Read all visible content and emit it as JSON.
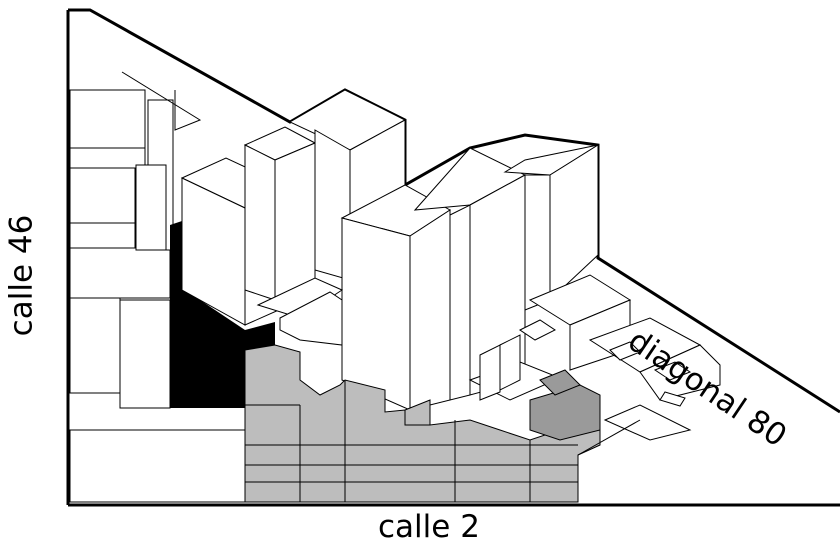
{
  "labels": {
    "bottom_street": "calle 2",
    "left_street": "calle 46",
    "diagonal_street": "diagonal 80"
  },
  "colors": {
    "outline": "#000000",
    "building_fill": "#ffffff",
    "highlight_black": "#000000",
    "highlight_gray": "#bdbdbd",
    "dark_gray": "#9a9a9a"
  }
}
